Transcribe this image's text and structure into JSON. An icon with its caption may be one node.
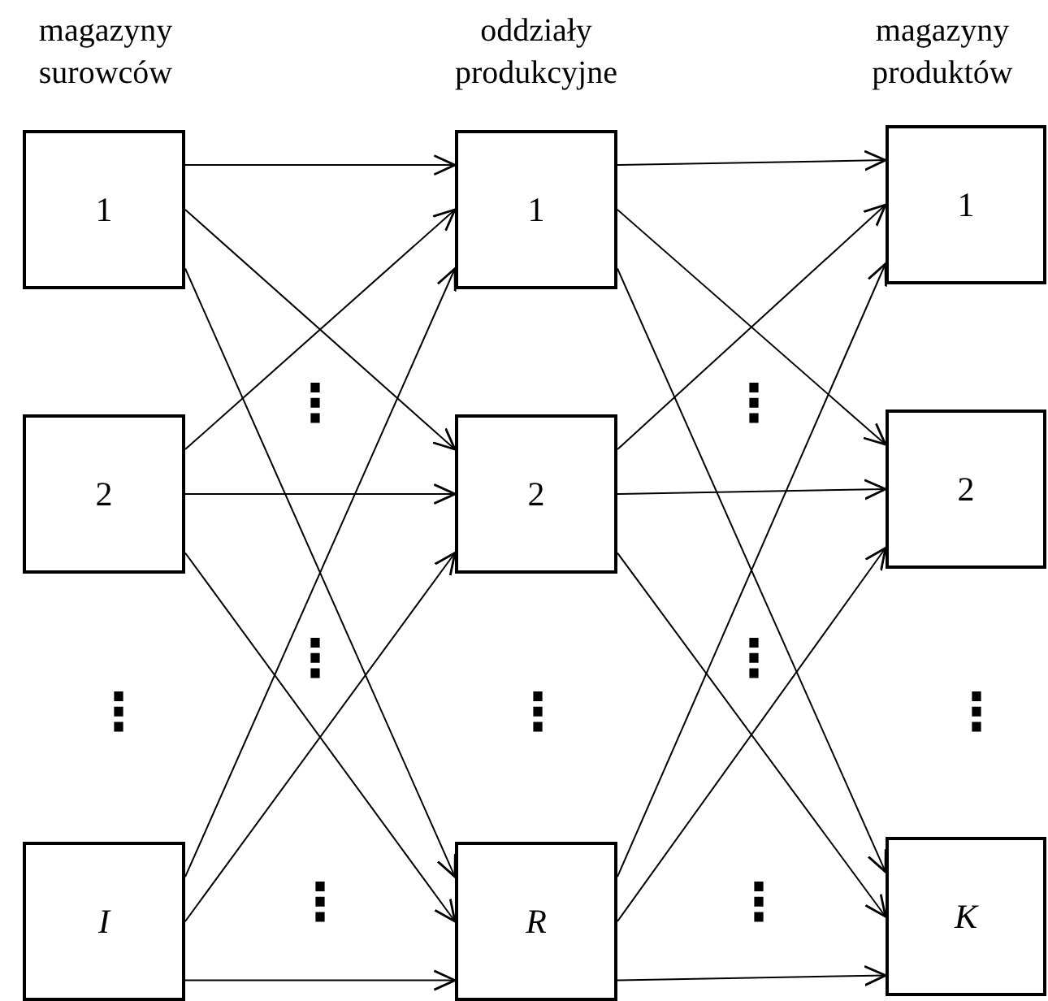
{
  "diagram": {
    "nodes": [
      {
        "text": [
          "1"
        ]
      },
      {
        "text": [
          "2"
        ]
      },
      {
        "text": [
          "I"
        ]
      },
      {
        "text": [
          "1"
        ]
      },
      {
        "text": [
          "2"
        ]
      },
      {
        "text": [
          "R"
        ]
      },
      {
        "text": [
          "1"
        ]
      },
      {
        "text": [
          "2"
        ]
      },
      {
        "text": [
          "K"
        ]
      }
    ],
    "edges": [
      {
        "from": 0,
        "to": 3,
        "arrow": "to"
      },
      {
        "from": 0,
        "to": 4,
        "arrow": "to"
      },
      {
        "from": 0,
        "to": 5,
        "arrow": "to"
      },
      {
        "from": 1,
        "to": 3,
        "arrow": "to"
      },
      {
        "from": 1,
        "to": 4,
        "arrow": "to"
      },
      {
        "from": 1,
        "to": 5,
        "arrow": "to"
      },
      {
        "from": 2,
        "to": 3,
        "arrow": "to"
      },
      {
        "from": 2,
        "to": 4,
        "arrow": "to"
      },
      {
        "from": 2,
        "to": 5,
        "arrow": "to"
      },
      {
        "from": 3,
        "to": 6,
        "arrow": "to"
      },
      {
        "from": 3,
        "to": 7,
        "arrow": "to"
      },
      {
        "from": 3,
        "to": 8,
        "arrow": "to"
      },
      {
        "from": 4,
        "to": 6,
        "arrow": "to"
      },
      {
        "from": 4,
        "to": 7,
        "arrow": "to"
      },
      {
        "from": 4,
        "to": 8,
        "arrow": "to"
      },
      {
        "from": 5,
        "to": 6,
        "arrow": "to"
      },
      {
        "from": 5,
        "to": 7,
        "arrow": "to"
      },
      {
        "from": 5,
        "to": 8,
        "arrow": "to"
      }
    ],
    "labels": [
      "magazyny surowców",
      "oddziały produkcyjne",
      "magazyny produktów",
      "⋮",
      "⋮",
      "⋮",
      "⋮",
      "⋮",
      "⋮",
      "⋮",
      "⋮",
      "⋮"
    ]
  }
}
